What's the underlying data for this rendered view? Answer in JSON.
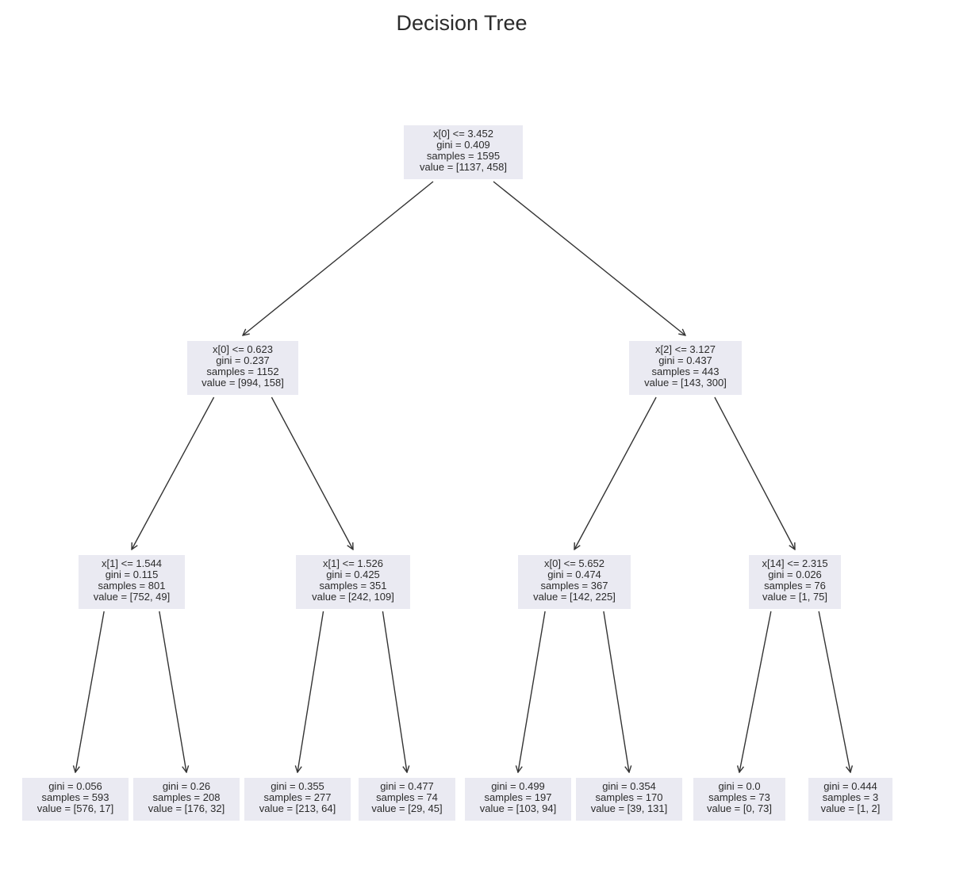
{
  "title": "Decision Tree",
  "nodes": [
    {
      "id": "n0",
      "split": "x[0] <= 3.452",
      "gini": "gini = 0.409",
      "samples": "samples = 1595",
      "value": "value = [1137, 458]"
    },
    {
      "id": "n1",
      "split": "x[0] <= 0.623",
      "gini": "gini = 0.237",
      "samples": "samples = 1152",
      "value": "value = [994, 158]"
    },
    {
      "id": "n2",
      "split": "x[2] <= 3.127",
      "gini": "gini = 0.437",
      "samples": "samples = 443",
      "value": "value = [143, 300]"
    },
    {
      "id": "n3",
      "split": "x[1] <= 1.544",
      "gini": "gini = 0.115",
      "samples": "samples = 801",
      "value": "value = [752, 49]"
    },
    {
      "id": "n4",
      "split": "x[1] <= 1.526",
      "gini": "gini = 0.425",
      "samples": "samples = 351",
      "value": "value = [242, 109]"
    },
    {
      "id": "n5",
      "split": "x[0] <= 5.652",
      "gini": "gini = 0.474",
      "samples": "samples = 367",
      "value": "value = [142, 225]"
    },
    {
      "id": "n6",
      "split": "x[14] <= 2.315",
      "gini": "gini = 0.026",
      "samples": "samples = 76",
      "value": "value = [1, 75]"
    },
    {
      "id": "n7",
      "gini": "gini = 0.056",
      "samples": "samples = 593",
      "value": "value = [576, 17]"
    },
    {
      "id": "n8",
      "gini": "gini = 0.26",
      "samples": "samples = 208",
      "value": "value = [176, 32]"
    },
    {
      "id": "n9",
      "gini": "gini = 0.355",
      "samples": "samples = 277",
      "value": "value = [213, 64]"
    },
    {
      "id": "n10",
      "gini": "gini = 0.477",
      "samples": "samples = 74",
      "value": "value = [29, 45]"
    },
    {
      "id": "n11",
      "gini": "gini = 0.499",
      "samples": "samples = 197",
      "value": "value = [103, 94]"
    },
    {
      "id": "n12",
      "gini": "gini = 0.354",
      "samples": "samples = 170",
      "value": "value = [39, 131]"
    },
    {
      "id": "n13",
      "gini": "gini = 0.0",
      "samples": "samples = 73",
      "value": "value = [0, 73]"
    },
    {
      "id": "n14",
      "gini": "gini = 0.444",
      "samples": "samples = 3",
      "value": "value = [1, 2]"
    }
  ],
  "edges": [
    {
      "from": "n0",
      "to": "n1"
    },
    {
      "from": "n0",
      "to": "n2"
    },
    {
      "from": "n1",
      "to": "n3"
    },
    {
      "from": "n1",
      "to": "n4"
    },
    {
      "from": "n2",
      "to": "n5"
    },
    {
      "from": "n2",
      "to": "n6"
    },
    {
      "from": "n3",
      "to": "n7"
    },
    {
      "from": "n3",
      "to": "n8"
    },
    {
      "from": "n4",
      "to": "n9"
    },
    {
      "from": "n4",
      "to": "n10"
    },
    {
      "from": "n5",
      "to": "n11"
    },
    {
      "from": "n5",
      "to": "n12"
    },
    {
      "from": "n6",
      "to": "n13"
    },
    {
      "from": "n6",
      "to": "n14"
    }
  ],
  "colors": {
    "node_fill": "#eaeaf2",
    "text": "#2b2b2b",
    "edge": "#333333"
  }
}
